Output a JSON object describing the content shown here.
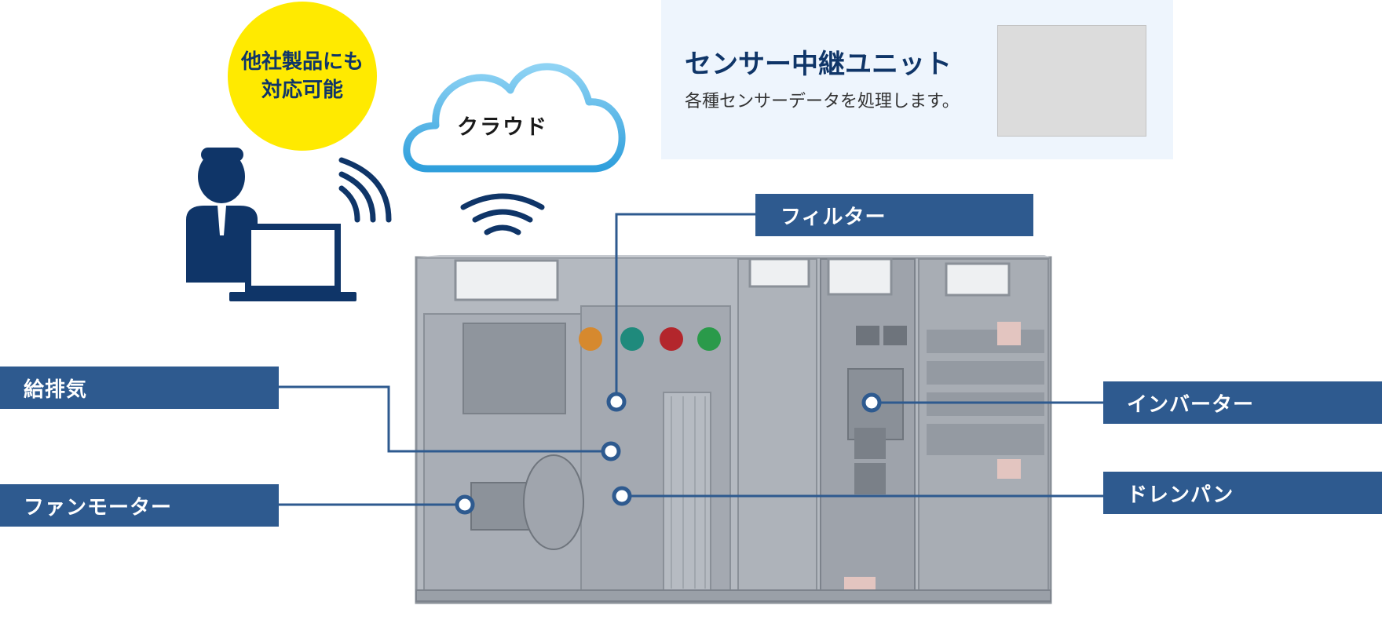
{
  "badge": {
    "line1": "他社製品にも",
    "line2": "対応可能"
  },
  "cloud": {
    "label": "クラウド"
  },
  "sensor": {
    "title": "センサー中継ユニット",
    "description": "各種センサーデータを処理します。"
  },
  "labels": {
    "filter": "フィルター",
    "exhaust": "給排気",
    "fan_motor": "ファンモーター",
    "inverter": "インバーター",
    "drain_pan": "ドレンパン"
  },
  "colors": {
    "label_bar": "#2e5a8f",
    "badge": "#ffea00",
    "navy": "#0f3568",
    "cloud_stroke": "#3aa9e0",
    "sensor_bg": "#eef5fd",
    "leader_line": "#2e5a8f"
  },
  "icons": [
    "person-laptop-icon",
    "wifi-signal-icon",
    "cloud-icon"
  ]
}
